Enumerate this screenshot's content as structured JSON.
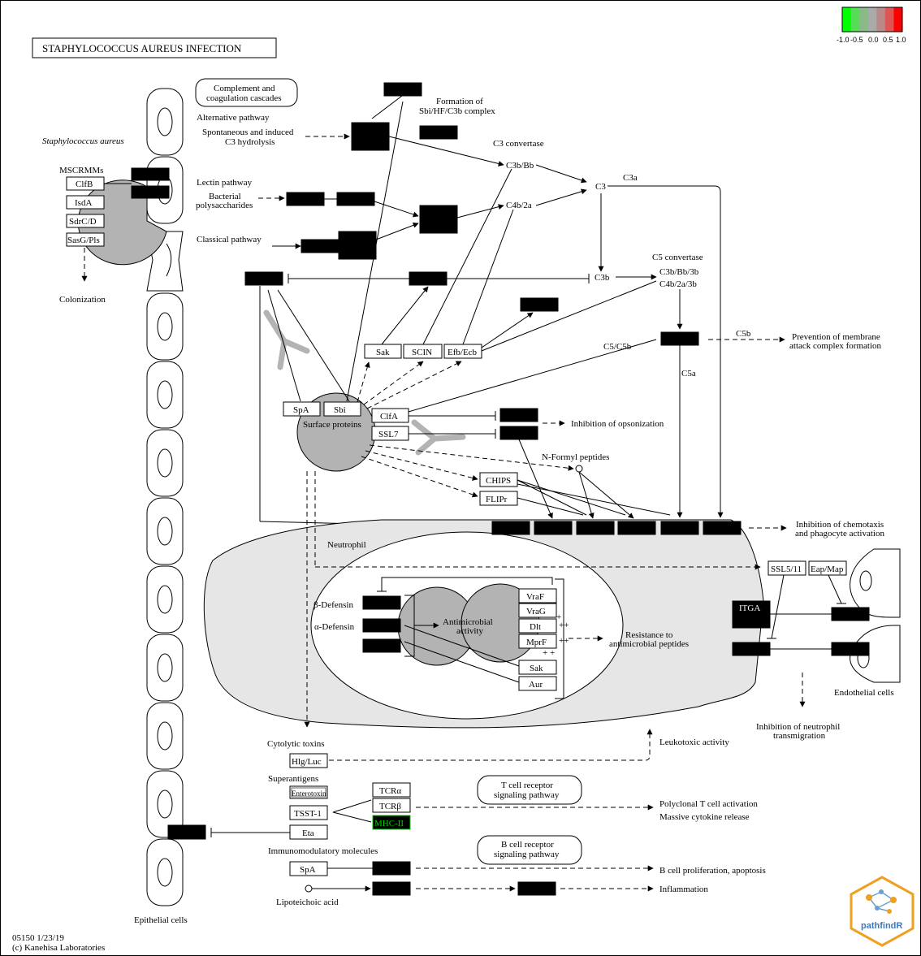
{
  "title": "STAPHYLOCOCCUS AUREUS INFECTION",
  "legend": {
    "ticks": [
      "-1.0",
      "-0.5",
      "0.0",
      "0.5",
      "1.0"
    ],
    "colors": [
      "#00ff00",
      "#55dd55",
      "#88bb88",
      "#aaaaaa",
      "#bb8888",
      "#dd5555",
      "#ff0000"
    ]
  },
  "organism_label": "Staphylococcus aureus",
  "epithelial_label": "Epithelial cells",
  "endothelial_label": "Endothelial cells",
  "neutrophil_label": "Neutrophil",
  "footer": {
    "id_date": "05150 1/23/19",
    "copyright": "(c) Kanehisa Laboratories"
  },
  "logo_text": "pathfindR",
  "highlight_color": "#00cc00",
  "mscramm": {
    "label": "MSCRMMs",
    "items": [
      "ClfB",
      "IsdA",
      "SdrC/D",
      "SasG/Pls"
    ],
    "outcome": "Colonization"
  },
  "complement": {
    "cascade_box": [
      "Complement and",
      "coagulation cascades"
    ],
    "alternative": "Alternative pathway",
    "spontaneous": [
      "Spontaneous and induced",
      "C3 hydrolysis"
    ],
    "lectin": "Lectin pathway",
    "bacterial": [
      "Bacterial",
      "polysaccharides"
    ],
    "classical": "Classical pathway",
    "formation": [
      "Formation of",
      "Sbi/HF/C3b complex"
    ],
    "c3_convertase": "C3 convertase",
    "c3bbb": "C3b/Bb",
    "c4b2a": "C4b/2a",
    "c3": "C3",
    "c3a": "C3a",
    "c3b": "C3b",
    "c5_convertase": "C5 convertase",
    "c3bbb3b": "C3b/Bb/3b",
    "c4b2a3b": "C4b/2a/3b",
    "c5c5b": "C5/C5b",
    "c5b": "C5b",
    "c5a": "C5a",
    "prevention": [
      "Prevention of membrane",
      "attack complex formation"
    ]
  },
  "surface": {
    "label": "Surface proteins",
    "spa": "SpA",
    "sbi": "Sbi",
    "sak": "Sak",
    "scin": "SCIN",
    "efb": "Efb/Ecb",
    "clfa": "ClfA",
    "ssl7": "SSL7",
    "opsonization": "Inhibition of opsonization",
    "nformyl": "N-Formyl peptides",
    "chips": "CHIPS",
    "flipr": "FLIPr",
    "chemotaxis": [
      "Inhibition of chemotaxis",
      "and phagocyte activation"
    ]
  },
  "endo": {
    "ssl5": "SSL5/11",
    "eap": "Eap/Map",
    "itga": "ITGA",
    "inhibition": [
      "Inhibition of neutrophil",
      "transmigration"
    ]
  },
  "antimicrobial": {
    "bdef": "β-Defensin",
    "adef": "α-Defensin",
    "activity": [
      "Antimicrobial",
      "activity"
    ],
    "vraf": "VraF",
    "vrag": "VraG",
    "dlt": "Dlt",
    "mprf": "MprF",
    "sak": "Sak",
    "aur": "Aur",
    "resistance": [
      "Resistance to",
      "antimicrobial peptides"
    ]
  },
  "toxins": {
    "cytolytic": "Cytolytic toxins",
    "hlg": "Hlg/Luc",
    "leukotoxic": "Leukotoxic activity",
    "superantigens": "Superantigens",
    "enterotoxin": "Enterotoxin",
    "tsst": "TSST-1",
    "eta": "Eta",
    "tcra": "TCRα",
    "tcrb": "TCRβ",
    "mhc": "MHC-II",
    "tcell_box": [
      "T cell receptor",
      "signaling pathway"
    ],
    "polyclonal": "Polyclonal T cell activation",
    "cytokine": "Massive cytokine release",
    "immunomod": "Immunomodulatory molecules",
    "bcell_box": [
      "B cell receptor",
      "signaling pathway"
    ],
    "spa": "SpA",
    "bcell_prolif": "B cell proliferation, apoptosis",
    "lipoteichoic": "Lipoteichoic acid",
    "inflammation": "Inflammation"
  }
}
